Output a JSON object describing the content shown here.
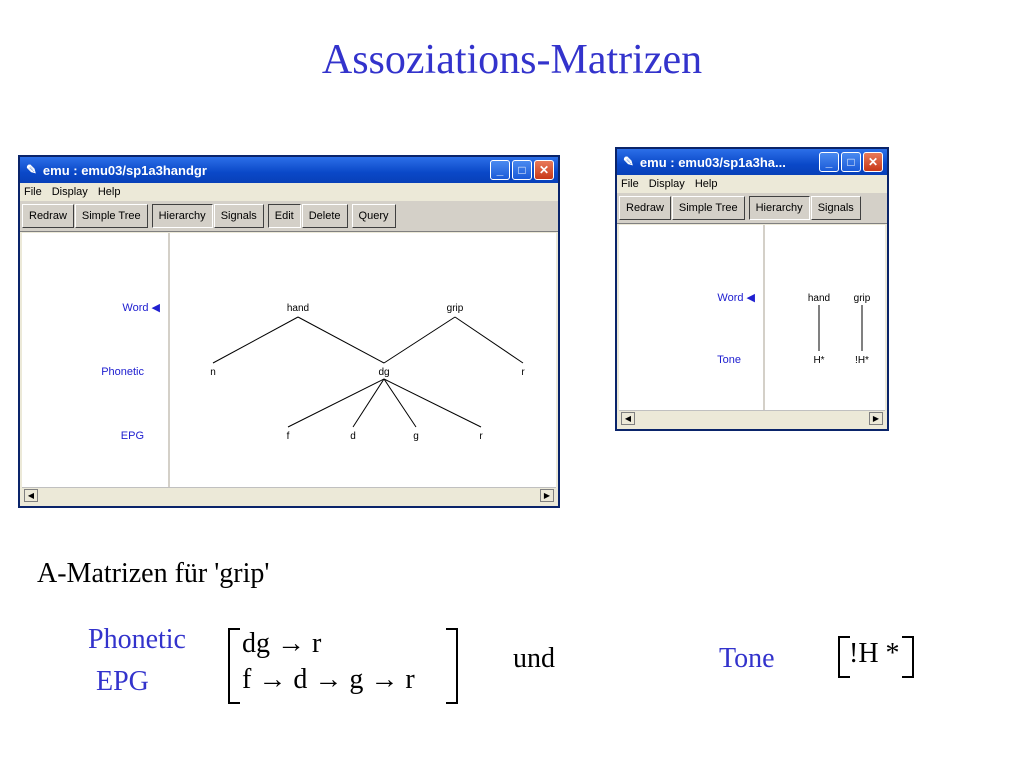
{
  "slide": {
    "title": "Assoziations-Matrizen"
  },
  "window_main": {
    "title": "emu : emu03/sp1a3handgr",
    "menu": [
      "File",
      "Display",
      "Help"
    ],
    "toolbar": [
      "Redraw",
      "Simple Tree",
      "Hierarchy",
      "Signals",
      "Edit",
      "Delete",
      "Query"
    ],
    "pressed": [
      "Hierarchy",
      "Edit"
    ],
    "levels": [
      "Word ◀",
      "Phonetic",
      "EPG"
    ],
    "nodes": {
      "word": [
        "hand",
        "grip"
      ],
      "phonetic": [
        "n",
        "dg",
        "r"
      ],
      "epg": [
        "f",
        "d",
        "g",
        "r"
      ]
    }
  },
  "window_small": {
    "title": "emu : emu03/sp1a3ha...",
    "menu": [
      "File",
      "Display",
      "Help"
    ],
    "toolbar": [
      "Redraw",
      "Simple Tree",
      "Hierarchy",
      "Signals"
    ],
    "pressed": [
      "Hierarchy"
    ],
    "levels": [
      "Word ◀",
      "Tone"
    ],
    "nodes": {
      "word": [
        "hand",
        "grip"
      ],
      "tone": [
        "H*",
        "!H*"
      ]
    }
  },
  "matrices": {
    "heading": "A-Matrizen für 'grip'",
    "label_phonetic": "Phonetic",
    "label_epg": "EPG",
    "row1": "dg → r",
    "row2": "f → d → g → r",
    "und": "und",
    "label_tone": "Tone",
    "tone_value": "!H *"
  },
  "colors": {
    "accent": "#3333cc",
    "level_label": "#2020d0"
  }
}
